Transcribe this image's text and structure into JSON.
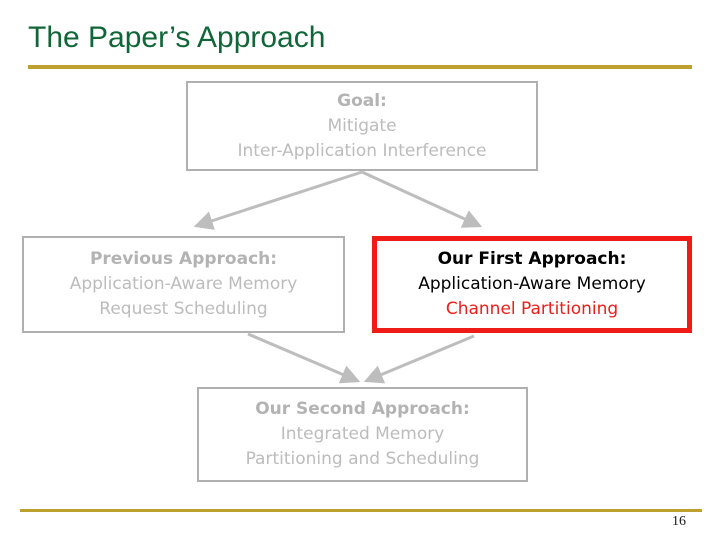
{
  "slide": {
    "title": "The Paper’s Approach",
    "page_number": "16",
    "accent_rule_color": "#bda02e",
    "title_color": "#116638"
  },
  "diagram": {
    "type": "flow-diagram",
    "nodes": [
      {
        "id": "goal",
        "heading": "Goal:",
        "lines": [
          "Mitigate",
          "Inter-Application Interference"
        ],
        "style": "gray",
        "border_color": "#b0b0b0",
        "text_color": "#b8b8b8"
      },
      {
        "id": "previous",
        "heading": "Previous Approach:",
        "lines": [
          "Application-Aware Memory",
          "Request Scheduling"
        ],
        "style": "gray",
        "border_color": "#b0b0b0",
        "text_color": "#b8b8b8"
      },
      {
        "id": "first",
        "heading": "Our First Approach:",
        "lines": [
          "Application-Aware Memory"
        ],
        "accent_line": "Channel Partitioning",
        "style": "highlight",
        "border_color": "#ee1b16",
        "text_color": "#000000",
        "accent_color": "#e8201a"
      },
      {
        "id": "second",
        "heading": "Our Second Approach:",
        "lines": [
          "Integrated Memory",
          "Partitioning and Scheduling"
        ],
        "style": "gray",
        "border_color": "#b0b0b0",
        "text_color": "#b8b8b8"
      }
    ],
    "edges": [
      {
        "from": "goal",
        "to": "previous",
        "color": "#bdbdbd"
      },
      {
        "from": "goal",
        "to": "first",
        "color": "#bdbdbd"
      },
      {
        "from": "previous",
        "to": "second",
        "color": "#bdbdbd"
      },
      {
        "from": "first",
        "to": "second",
        "color": "#bdbdbd"
      }
    ]
  }
}
